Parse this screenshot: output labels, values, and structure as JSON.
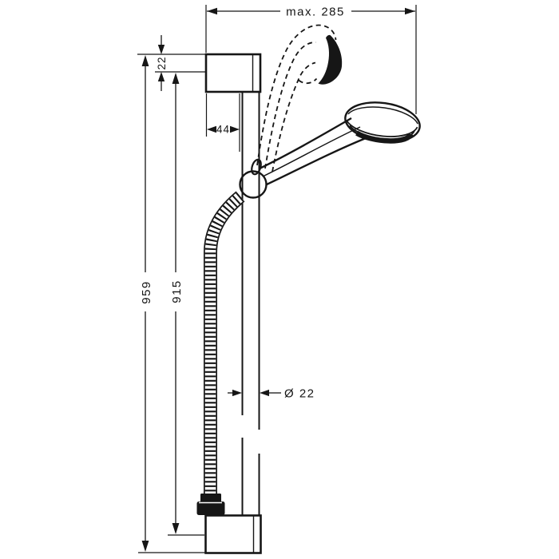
{
  "drawing": {
    "title_hint": "shower-set-technical-drawing",
    "labels": {
      "max_width": "max. 285",
      "top_offset": "22",
      "holder_offset": "44",
      "overall_height": "959",
      "bar_length": "915",
      "bar_diameter": "Ø 22"
    },
    "colors": {
      "ink": "#161616",
      "background": "#ffffff"
    }
  }
}
